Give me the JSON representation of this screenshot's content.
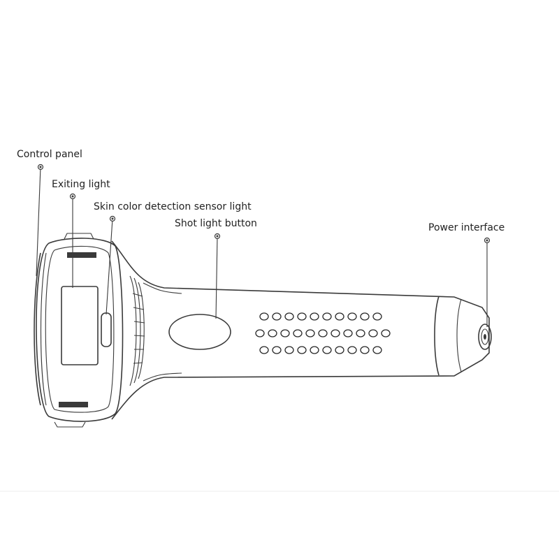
{
  "labels": {
    "control_panel": "Control panel",
    "exiting_light": "Exiting light",
    "skin_sensor": "Skin color detection sensor light",
    "shot_button": "Shot light button",
    "power_interface": "Power interface"
  },
  "vent_grid": {
    "rows": 3,
    "cols_per_row": [
      10,
      11,
      10
    ]
  }
}
